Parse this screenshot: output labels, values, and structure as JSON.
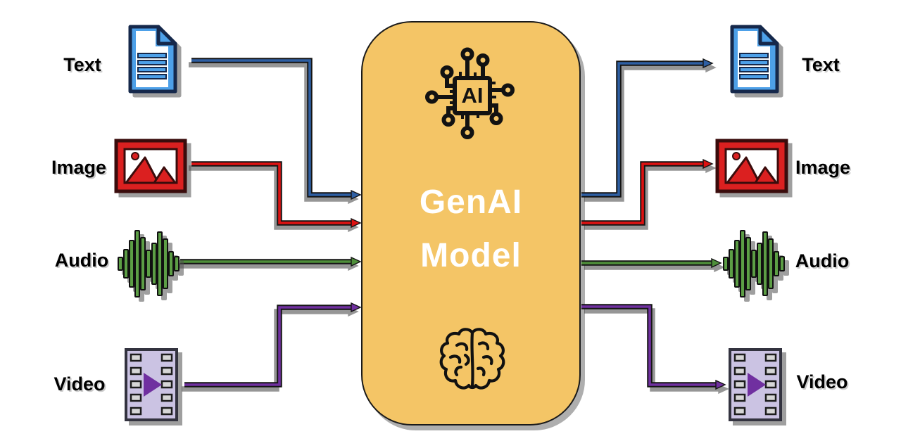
{
  "center_box": {
    "line1": "GenAI",
    "line2": "Model",
    "chip_label": "AI",
    "fill": "#F4C566",
    "title_color": "#FFFFFF"
  },
  "inputs": [
    {
      "label": "Text",
      "icon": "document-icon",
      "arrow_color": "#2E5FA3"
    },
    {
      "label": "Image",
      "icon": "image-icon",
      "arrow_color": "#DE1212"
    },
    {
      "label": "Audio",
      "icon": "audio-waveform-icon",
      "arrow_color": "#4E8F3A"
    },
    {
      "label": "Video",
      "icon": "film-strip-icon",
      "arrow_color": "#7030A0"
    }
  ],
  "outputs": [
    {
      "label": "Text",
      "icon": "document-icon",
      "arrow_color": "#2E5FA3"
    },
    {
      "label": "Image",
      "icon": "image-icon",
      "arrow_color": "#DE1212"
    },
    {
      "label": "Audio",
      "icon": "audio-waveform-icon",
      "arrow_color": "#4E8F3A"
    },
    {
      "label": "Video",
      "icon": "film-strip-icon",
      "arrow_color": "#7030A0"
    }
  ]
}
